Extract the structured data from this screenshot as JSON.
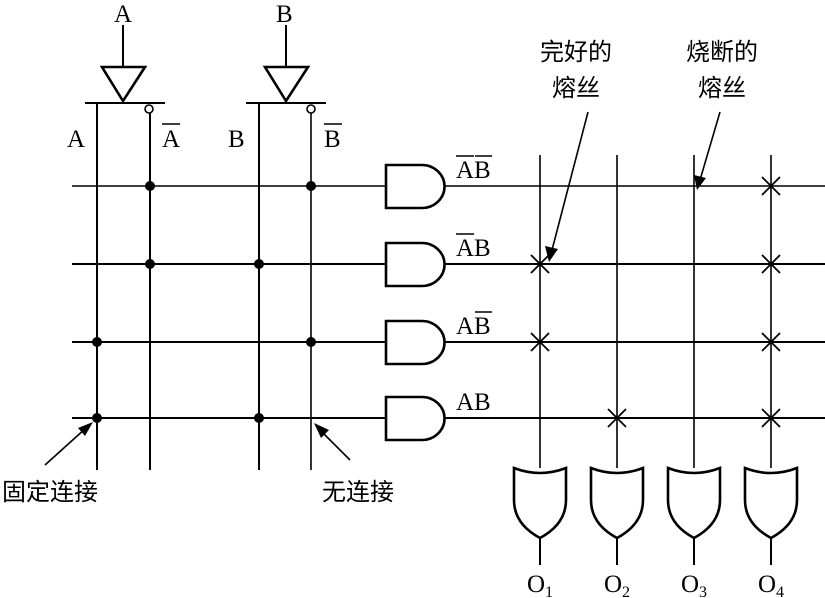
{
  "inputs": {
    "a_top": "A",
    "b_top": "B",
    "a_true": "A",
    "a_comp": "A",
    "b_true": "B",
    "b_comp": "B"
  },
  "products": {
    "p1_a": "A",
    "p1_b": "B",
    "p2_a": "A",
    "p2_b": "B",
    "p3_a": "A",
    "p3_b": "B",
    "p4": "AB"
  },
  "annotations": {
    "intact_fuse_line1": "完好的",
    "intact_fuse_line2": "熔丝",
    "blown_fuse_line1": "烧断的",
    "blown_fuse_line2": "熔丝",
    "fixed_connection": "固定连接",
    "no_connection": "无连接"
  },
  "outputs": [
    {
      "letter": "O",
      "sub": "1"
    },
    {
      "letter": "O",
      "sub": "2"
    },
    {
      "letter": "O",
      "sub": "3"
    },
    {
      "letter": "O",
      "sub": "4"
    }
  ],
  "colors": {
    "ink": "#000000",
    "background": "#ffffff"
  }
}
